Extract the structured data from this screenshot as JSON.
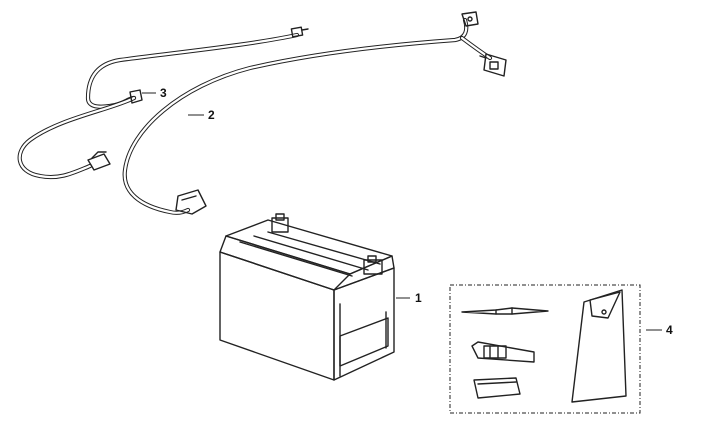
{
  "callouts": [
    {
      "id": "battery",
      "label": "1"
    },
    {
      "id": "main-cable",
      "label": "2"
    },
    {
      "id": "ground-cable",
      "label": "3"
    },
    {
      "id": "tool-kit",
      "label": "4"
    }
  ],
  "colors": {
    "line": "#222222",
    "background": "#ffffff",
    "battery_fill": "#f0f0f0"
  }
}
